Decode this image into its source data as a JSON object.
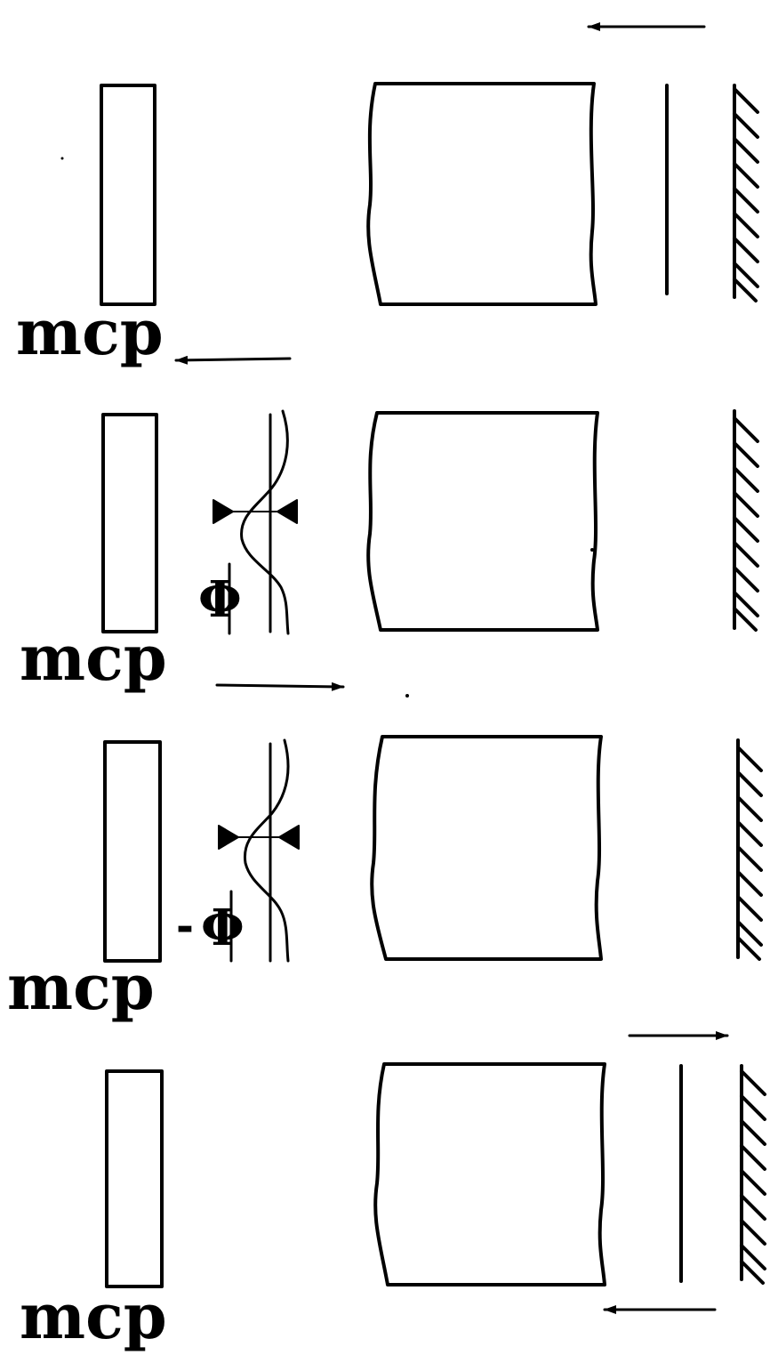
{
  "labels": {
    "mcp_1": "mcp",
    "mcp_2": "mcp",
    "mcp_3": "mcp",
    "mcp_4": "mcp",
    "phi": "Φ",
    "minus": "-",
    "phi_2": "Φ"
  },
  "colors": {
    "stroke": "#000000",
    "background": "#ffffff"
  }
}
